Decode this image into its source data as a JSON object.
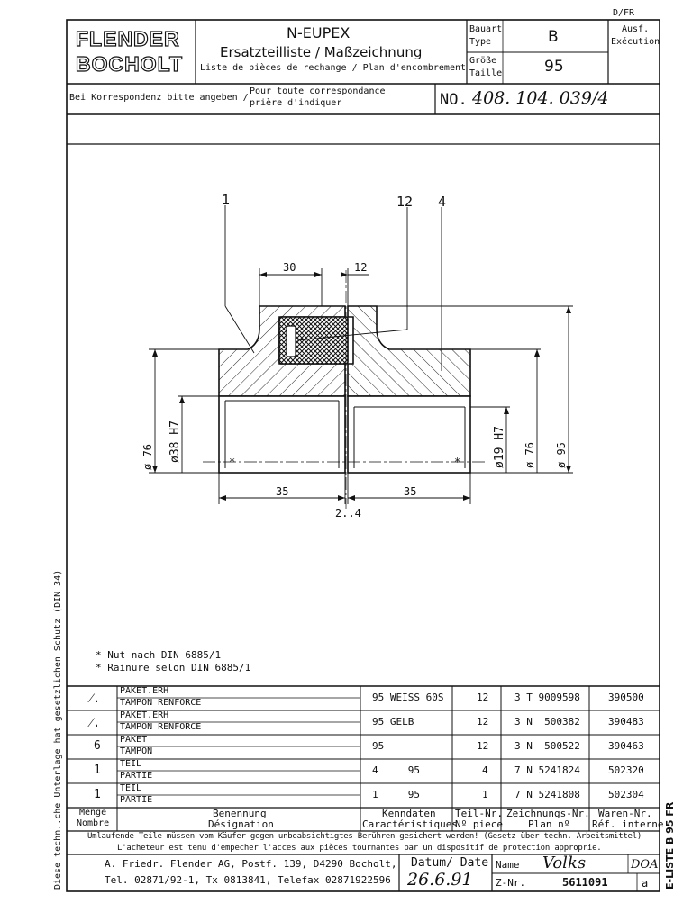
{
  "header": {
    "lang_code": "D/FR",
    "company_line1": "FLENDER",
    "company_line2": "BOCHOLT",
    "product": "N-EUPEX",
    "title_de": "Ersatzteilliste / Maßzeichnung",
    "title_fr": "Liste de pièces de rechange / Plan d'encombrement",
    "bauart_label_de": "Bauart",
    "bauart_label_fr": "Type",
    "bauart_value": "B",
    "groesse_label_de": "Größe",
    "groesse_label_fr": "Taille",
    "groesse_value": "95",
    "ausf_label_de": "Ausf.",
    "ausf_label_fr": "Exécution",
    "correspondence_de": "Bei Korrespondenz bitte angeben /",
    "correspondence_fr_1": "Pour toute correspondance",
    "correspondence_fr_2": "prière d'indiquer",
    "number_prefix": "NO.",
    "number_value": "408. 104. 039/4"
  },
  "drawing": {
    "callout_1": "1",
    "callout_12": "12",
    "callout_4": "4",
    "dim_30": "30",
    "dim_12": "12",
    "dim_35_left": "35",
    "dim_35_right": "35",
    "dim_gap": "2..4",
    "dia_76_left": "ø 76",
    "dia_38": "ø38 H7",
    "dia_19": "ø19 H7",
    "dia_76_right": "ø 76",
    "dia_95": "ø 95",
    "keyway_mark": "*"
  },
  "notes": {
    "note_de": "* Nut nach DIN 6885/1",
    "note_fr": "* Rainure selon DIN 6885/1"
  },
  "parts_table": {
    "rows": [
      {
        "qty": "⁄.",
        "name_de": "PAKET.ERH",
        "name_fr": "TAMPON RENFORCE",
        "data": "95 WEISS 60S",
        "part_no": "12",
        "drawing_no": "3 T 9009598",
        "goods_no": "390500"
      },
      {
        "qty": "⁄.",
        "name_de": "PAKET.ERH",
        "name_fr": "TAMPON RENFORCE",
        "data": "95 GELB",
        "part_no": "12",
        "drawing_no": "3 N  500382",
        "goods_no": "390483"
      },
      {
        "qty": "6",
        "name_de": "PAKET",
        "name_fr": "TAMPON",
        "data": "95",
        "part_no": "12",
        "drawing_no": "3 N  500522",
        "goods_no": "390463"
      },
      {
        "qty": "1",
        "name_de": "TEIL",
        "name_fr": "PARTIE",
        "data": "4     95",
        "part_no": "4",
        "drawing_no": "7 N 5241824",
        "goods_no": "502320"
      },
      {
        "qty": "1",
        "name_de": "TEIL",
        "name_fr": "PARTIE",
        "data": "1     95",
        "part_no": "1",
        "drawing_no": "7 N 5241808",
        "goods_no": "502304"
      }
    ],
    "headers": {
      "qty_de": "Menge",
      "qty_fr": "Nombre",
      "name_de": "Benennung",
      "name_fr": "Désignation",
      "data_de": "Kenndaten",
      "data_fr": "Caractéristiques",
      "part_de": "Teil-Nr.",
      "part_fr": "Nº piece",
      "drawing_de": "Zeichnungs-Nr.",
      "drawing_fr": "Plan nº",
      "goods_de": "Waren-Nr.",
      "goods_fr": "Réf. interne"
    }
  },
  "footer": {
    "warning_de": "Umlaufende Teile müssen vom Käufer gegen unbeabsichtigtes Berühren gesichert werden! (Gesetz über techn. Arbeitsmittel)",
    "warning_fr": "L'acheteur est tenu d'empecher l'acces aux pièces tournantes par un dispositif de protection approprie.",
    "company_addr": "A. Friedr. Flender AG, Postf. 139, D4290 Bocholt,",
    "company_tel": "Tel. 02871/92-1, Tx 0813841, Telefax 02871922596",
    "date_label": "Datum/ Date",
    "date_value": "26.6.91",
    "name_label": "Name",
    "name_value": "Volks",
    "checker_value": "DOA",
    "znr_label": "Z-Nr.",
    "znr_value": "5611091",
    "rev_value": "a",
    "side_left": "Diese techn..che Unterlage hat gesetzlichen Schutz (DIN 34)",
    "side_right": "E-LISTE B 95 FR"
  }
}
